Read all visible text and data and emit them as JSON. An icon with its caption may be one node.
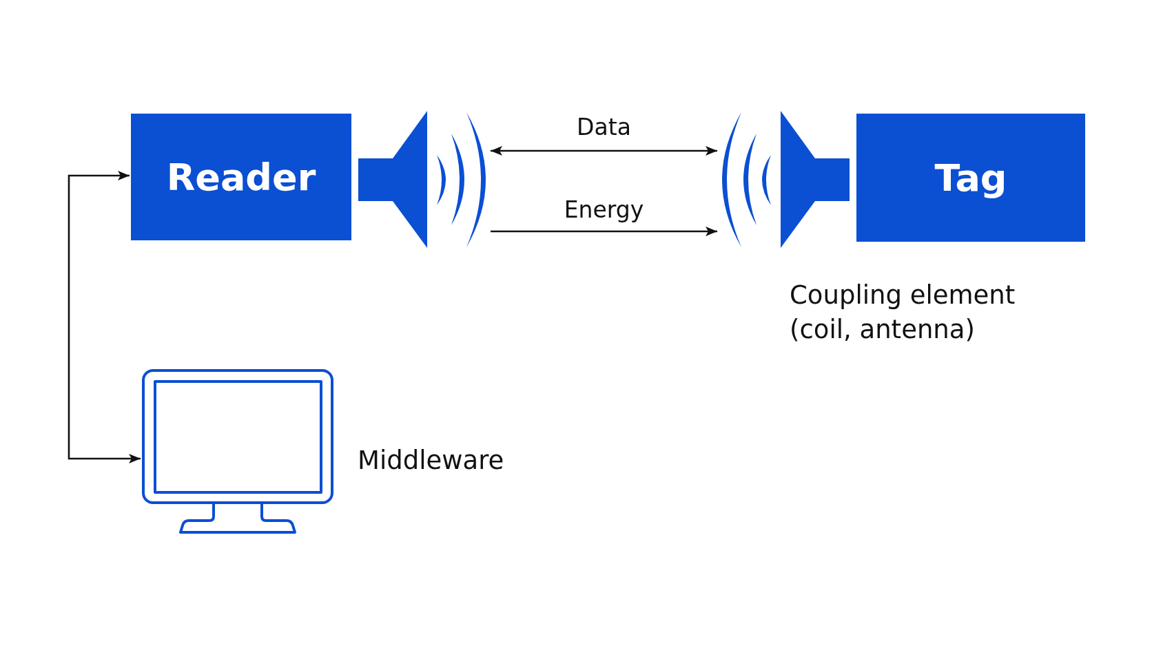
{
  "diagram": {
    "nodes": [
      {
        "text": [
          "Reader"
        ]
      },
      {
        "text": [],
        "shape": "picture"
      },
      {
        "text": [],
        "shape": "picture"
      },
      {
        "text": [
          "Tag"
        ]
      },
      {
        "text": [],
        "shape": "picture",
        "beside": [
          "Middleware"
        ]
      }
    ],
    "edges": [
      {
        "from": 1,
        "to": 2,
        "arrow": "both",
        "label": "Data"
      },
      {
        "from": 1,
        "to": 2,
        "arrow": "to",
        "label": "Energy"
      },
      {
        "from": 0,
        "to": 4,
        "arrow": "both"
      }
    ],
    "labels": [
      "Coupling element (coil, antenna)"
    ]
  }
}
